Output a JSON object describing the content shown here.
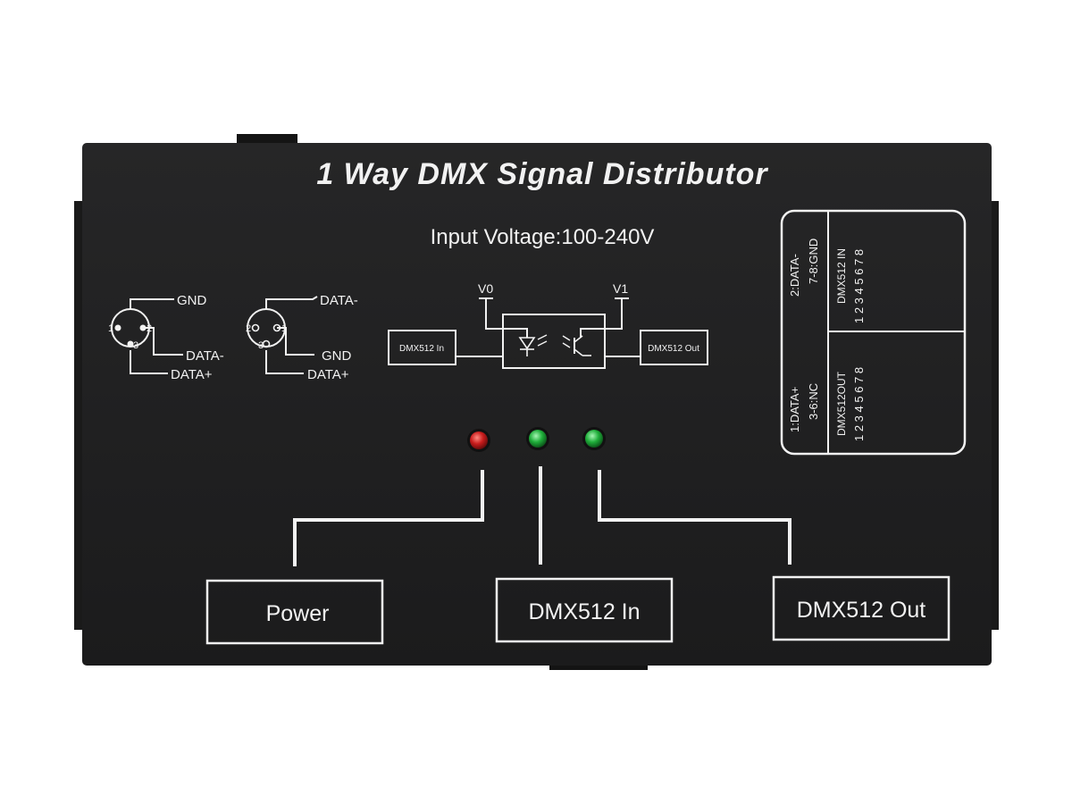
{
  "device": {
    "title": "1 Way DMX Signal Distributor",
    "voltage": "Input Voltage:100-240V",
    "body_color": "#1e1e1f",
    "print_color": "#f2f2f2"
  },
  "xlr_3pin_left": {
    "pin1": "1",
    "pin2": "2",
    "pin3": "3",
    "label_gnd": "GND",
    "label_data_minus": "DATA-",
    "label_data_plus": "DATA+"
  },
  "xlr_3pin_right": {
    "pin1": "1",
    "pin2": "2",
    "pin3": "3",
    "label_data_minus": "DATA-",
    "label_gnd": "GND",
    "label_data_plus": "DATA+"
  },
  "opto_diagram": {
    "v0": "V0",
    "v1": "V1",
    "in_box": "DMX512 In",
    "out_box": "DMX512 Out"
  },
  "rj45_panel": {
    "in_pins_desc": "2:DATA-",
    "in_pins_desc2": "7-8:GND",
    "in_title": "DMX512 IN",
    "in_numbers": "1 2 3 4 5 6 7 8",
    "out_pins_desc": "1:DATA+",
    "out_pins_desc2": "3-6:NC",
    "out_title": "DMX512OUT",
    "out_numbers": "1 2 3 4 5 6 7 8"
  },
  "indicators": [
    {
      "name": "power-led",
      "color": "#c81c1c",
      "label": "Power"
    },
    {
      "name": "dmx-in-led",
      "color": "#1fae3a",
      "label": "DMX512 In"
    },
    {
      "name": "dmx-out-led",
      "color": "#1fae3a",
      "label": "DMX512 Out"
    }
  ]
}
